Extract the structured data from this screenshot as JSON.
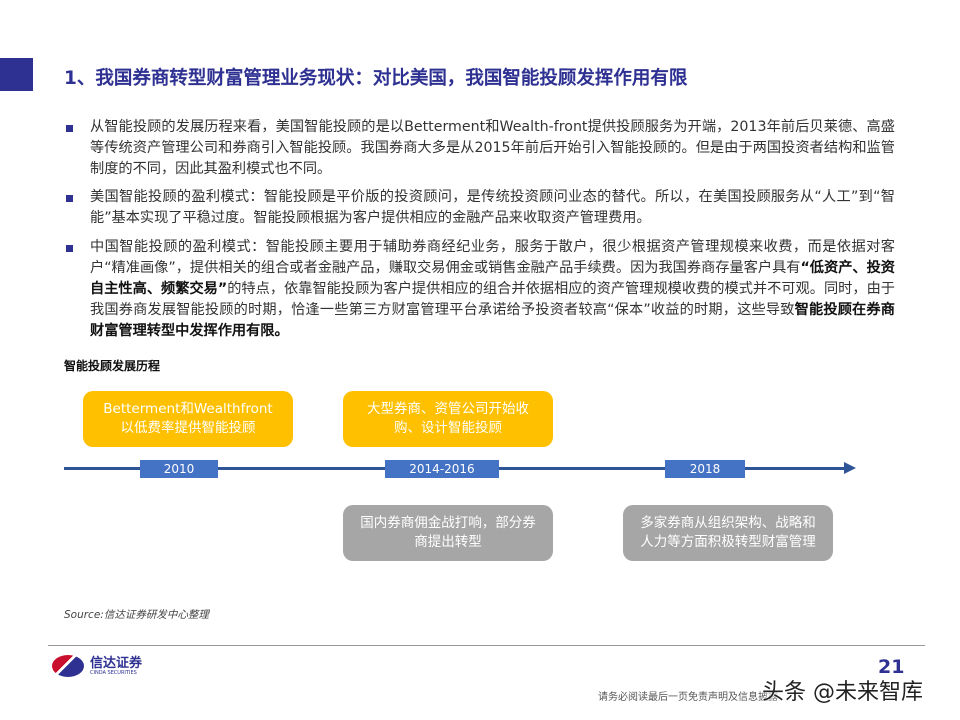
{
  "title": "1、我国券商转型财富管理业务现状：对比美国，我国智能投顾发挥作用有限",
  "bullets": [
    {
      "text": "从智能投顾的发展历程来看，美国智能投顾的是以Betterment和Wealth-front提供投顾服务为开端，2013年前后贝莱德、高盛等传统资产管理公司和券商引入智能投顾。我国券商大多是从2015年前后开始引入智能投顾的。但是由于两国投资者结构和监管制度的不同，因此其盈利模式也不同。"
    },
    {
      "text": "美国智能投顾的盈利模式：智能投顾是平价版的投资顾问，是传统投资顾问业态的替代。所以，在美国投顾服务从“人工”到“智能”基本实现了平稳过度。智能投顾根据为客户提供相应的金融产品来收取资产管理费用。"
    },
    {
      "part1": "中国智能投顾的盈利模式：智能投顾主要用于辅助券商经纪业务，服务于散户，很少根据资产管理规模来收费，而是依据对客户“精准画像”，提供相关的组合或者金融产品，赚取交易佣金或销售金融产品手续费。因为我国券商存量客户具有",
      "bold1": "“低资产、投资自主性高、频繁交易”",
      "part2": "的特点，依靠智能投顾为客户提供相应的组合并依据相应的资产管理规模收费的模式并不可观。同时，由于我国券商发展智能投顾的时期，恰逢一些第三方财富管理平台承诺给予投资者较高“保本”收益的时期，这些导致",
      "bold2": "智能投顾在券商财富管理转型中发挥作用有限。"
    }
  ],
  "timeline": {
    "title": "智能投顾发展历程",
    "years": [
      "2010",
      "2014-2016",
      "2018"
    ],
    "above": [
      "Betterment和Wealthfront以低费率提供智能投顾",
      "大型券商、资管公司开始收购、设计智能投顾"
    ],
    "below": [
      "国内券商佣金战打响，部分券商提出转型",
      "多家券商从组织架构、战略和人力等方面积极转型财富管理"
    ]
  },
  "source": "Source:信达证券研发中心整理",
  "footer": {
    "logo_cn": "信达证券",
    "logo_en": "CINDA SECURITIES",
    "page": "21",
    "disclaimer": "请务必阅读最后一页免责声明及信息披露",
    "watermark": "头条 @未来智库"
  },
  "colors": {
    "brand": "#2e3192",
    "highlight": "#ffc000",
    "muted": "#a6a6a6",
    "axis": "#2f5597",
    "year": "#4472c4"
  }
}
